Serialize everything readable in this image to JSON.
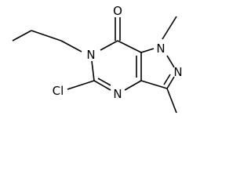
{
  "structure": {
    "atoms": {
      "o": "O",
      "n_ring_top": "N",
      "n_pyrazole_1": "N",
      "n_pyrazole_2": "N",
      "n_ring_bottom": "N",
      "cl": "Cl"
    }
  }
}
